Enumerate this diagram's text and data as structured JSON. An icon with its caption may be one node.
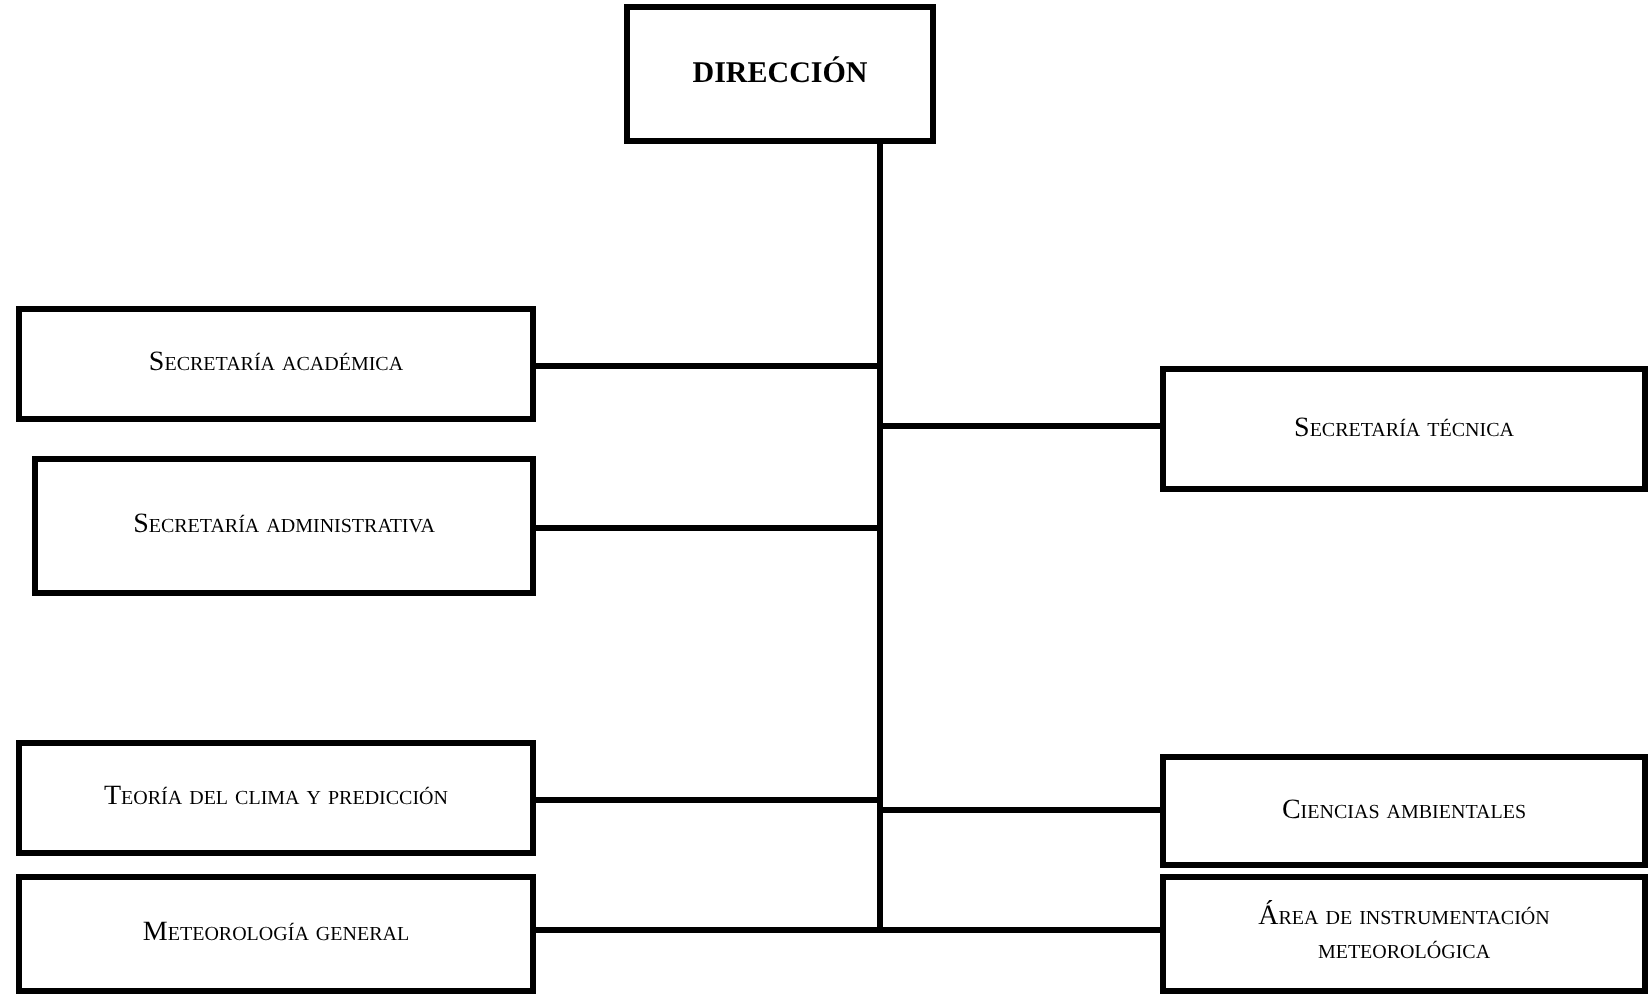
{
  "diagram": {
    "nodes": [
      {
        "text": [
          "DIRECCIÓN"
        ]
      },
      {
        "text": [
          "Secretaría académica"
        ]
      },
      {
        "text": [
          "Secretaría técnica"
        ]
      },
      {
        "text": [
          "Secretaría administrativa"
        ]
      },
      {
        "text": [
          "Teoría del clima y predicción"
        ]
      },
      {
        "text": [
          "Ciencias ambientales"
        ]
      },
      {
        "text": [
          "Meteorología general"
        ]
      },
      {
        "text": [
          "Área de instrumentación meteorológica"
        ]
      }
    ],
    "edges": [
      {
        "from": 0,
        "to": 1,
        "arrow": "none"
      },
      {
        "from": 0,
        "to": 2,
        "arrow": "none"
      },
      {
        "from": 0,
        "to": 3,
        "arrow": "none"
      },
      {
        "from": 0,
        "to": 4,
        "arrow": "none"
      },
      {
        "from": 0,
        "to": 5,
        "arrow": "none"
      },
      {
        "from": 0,
        "to": 6,
        "arrow": "none"
      },
      {
        "from": 0,
        "to": 7,
        "arrow": "none"
      }
    ]
  }
}
